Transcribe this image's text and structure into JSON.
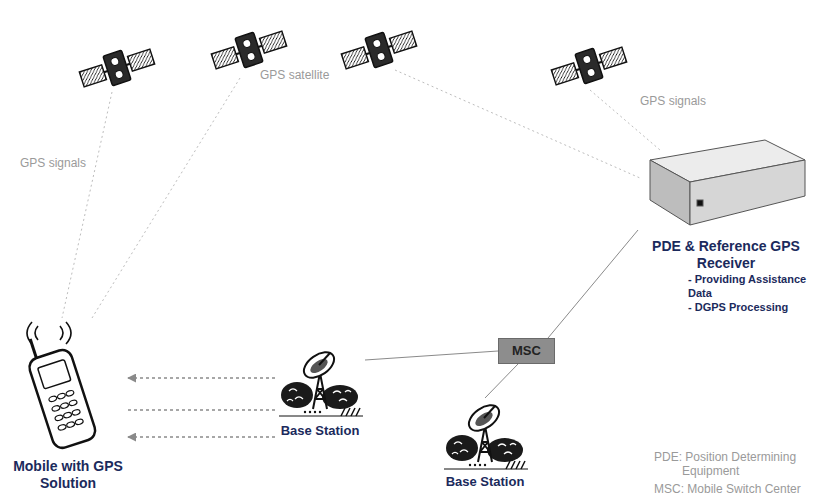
{
  "diagram": {
    "nodes": [
      {
        "text": [
          "PDE & Reference GPS Receiver",
          "- Providing Assistance Data",
          "- DGPS Processing"
        ]
      },
      {
        "text": [
          "MSC"
        ]
      },
      {
        "text": [
          "Mobile with GPS Solution"
        ]
      },
      {
        "text": [
          "Base Station"
        ]
      },
      {
        "text": [
          "Base Station"
        ]
      }
    ],
    "edges": [
      {
        "from": 3,
        "to": 2,
        "arrow": "to"
      },
      {
        "from": 2,
        "to": 3,
        "arrow": "none"
      },
      {
        "from": 3,
        "to": 2,
        "arrow": "to"
      },
      {
        "from": 3,
        "to": 1,
        "arrow": "none"
      },
      {
        "from": 4,
        "to": 1,
        "arrow": "none"
      },
      {
        "from": 1,
        "to": 0,
        "arrow": "none"
      }
    ],
    "labels": [
      "GPS satellite",
      "GPS signals",
      "GPS signals",
      "PDE: Position Determining Equipment",
      "MSC: Mobile Switch Center"
    ]
  }
}
